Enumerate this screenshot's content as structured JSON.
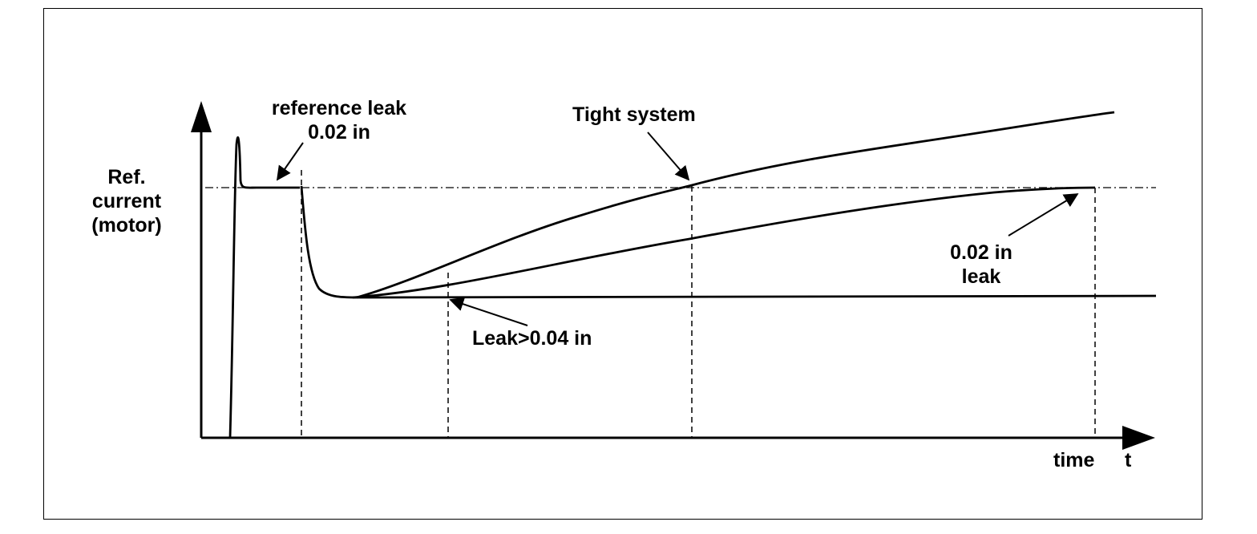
{
  "ylabel": [
    "Ref.",
    "current",
    "(motor)"
  ],
  "xlabel_time": "time",
  "xlabel_t": "t",
  "annotations": {
    "reference_leak": [
      "reference leak",
      "0.02 in"
    ],
    "tight_system": "Tight system",
    "leak_small": [
      "0.02 in",
      "leak"
    ],
    "leak_large": "Leak>0.04 in"
  },
  "colors": {
    "line": "#000000",
    "background": "#ffffff"
  }
}
